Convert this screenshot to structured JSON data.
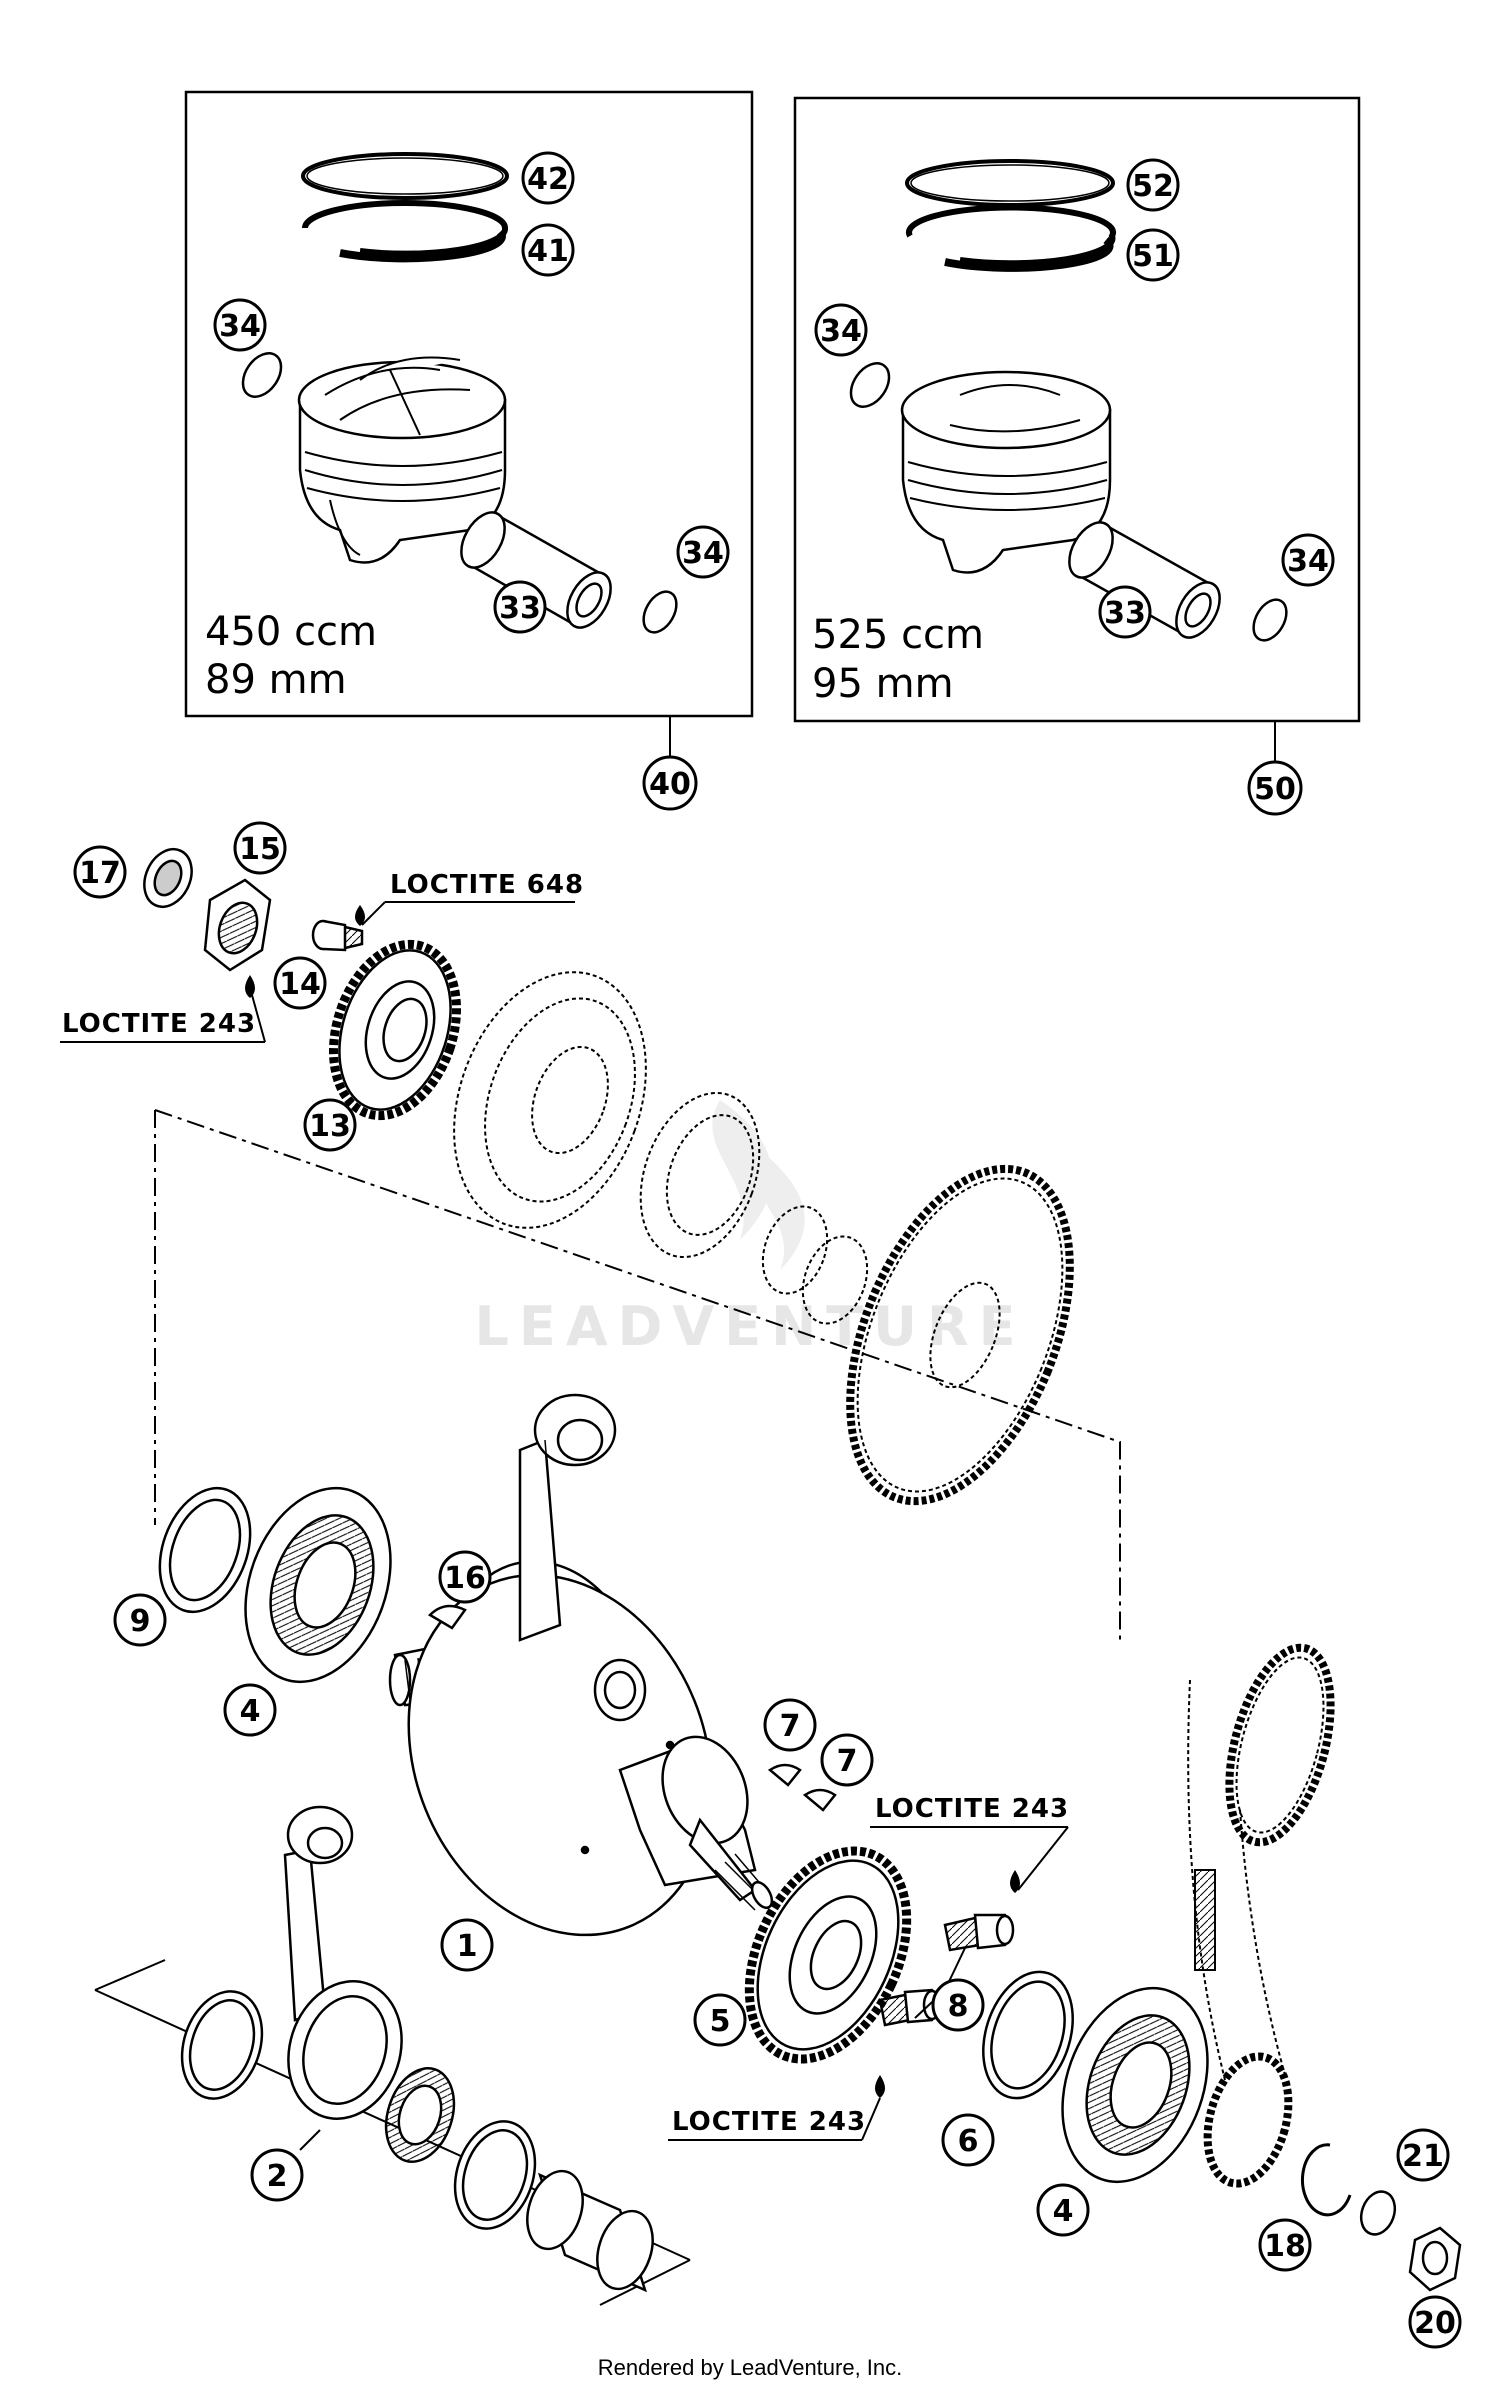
{
  "diagram": {
    "kit_boxes": [
      {
        "id": "kit-450",
        "displacement": "450 ccm",
        "bore": "89 mm",
        "ref": "40"
      },
      {
        "id": "kit-525",
        "displacement": "525 ccm",
        "bore": "95 mm",
        "ref": "50"
      }
    ],
    "callouts": [
      "42",
      "41",
      "34",
      "34",
      "33",
      "52",
      "51",
      "34",
      "34",
      "33",
      "40",
      "50",
      "17",
      "15",
      "14",
      "13",
      "9",
      "4",
      "16",
      "1",
      "7",
      "7",
      "5",
      "8",
      "6",
      "4",
      "2",
      "18",
      "21",
      "20"
    ],
    "notes": [
      "LOCTITE 648",
      "LOCTITE 243",
      "LOCTITE 243",
      "LOCTITE 243"
    ],
    "watermark": "LEADVENTURE"
  },
  "footer": "Rendered by LeadVenture, Inc."
}
